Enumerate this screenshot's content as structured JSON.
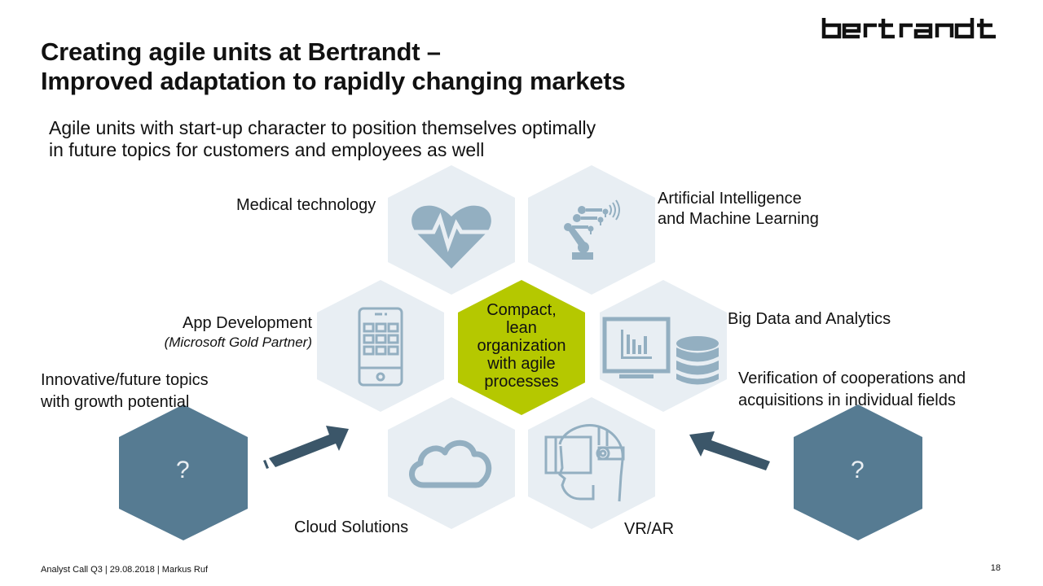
{
  "header": {
    "title_line1": "Creating agile units at Bertrandt –",
    "title_line2": "Improved adaptation to rapidly changing markets",
    "logo_text": "bertrandt"
  },
  "subtitle": {
    "line1": "Agile units with start-up character to position themselves optimally",
    "line2": "in future topics for customers and employees as well"
  },
  "center_hex": {
    "text_lines": [
      "Compact,",
      "lean",
      "organization",
      "with agile",
      "processes"
    ],
    "color": "#b5c800"
  },
  "hexagons": [
    {
      "label": "Medical technology",
      "icon": "heart-pulse-icon"
    },
    {
      "label_line1": "Artificial Intelligence",
      "label_line2": "and Machine Learning",
      "icon": "robot-arm-icon"
    },
    {
      "label": "App Development",
      "sublabel": "(Microsoft Gold Partner)",
      "icon": "smartphone-icon"
    },
    {
      "label": "Big Data and Analytics",
      "icon": "monitor-database-icon"
    },
    {
      "label": "Cloud Solutions",
      "icon": "cloud-icon"
    },
    {
      "label": "VR/AR",
      "icon": "vr-headset-icon"
    }
  ],
  "side_left": {
    "label_line1": "Innovative/future topics",
    "label_line2": "with growth potential",
    "hex_text": "?"
  },
  "side_right": {
    "label_line1": "Verification of cooperations and",
    "label_line2": "acquisitions in individual fields",
    "hex_text": "?"
  },
  "colors": {
    "hex_light": "#e8eef3",
    "icon": "#93afc1",
    "hex_dark": "#567b92",
    "arrow": "#3b5669",
    "accent_green": "#b5c800"
  },
  "footer": {
    "text": "Analyst Call Q3 | 29.08.2018 | Markus Ruf",
    "page_number": "18"
  }
}
